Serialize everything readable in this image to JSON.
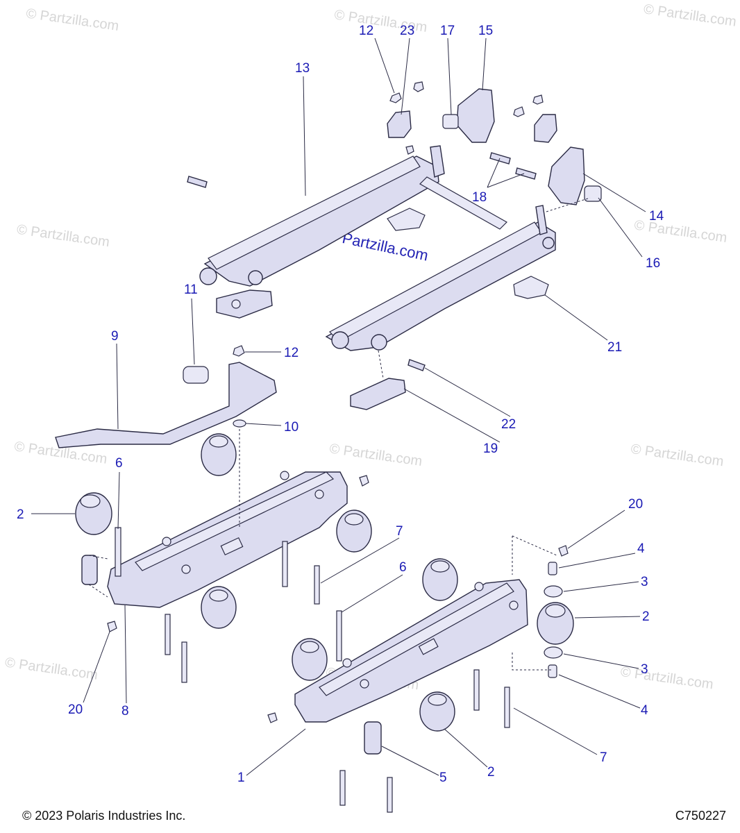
{
  "footer": {
    "copyright": "© 2023 Polaris Industries Inc.",
    "drawing_id": "C750227"
  },
  "watermark": {
    "text": "© Partzilla.com"
  },
  "callouts": {
    "c1": "1",
    "c2a": "2",
    "c2b": "2",
    "c2c": "2",
    "c3a": "3",
    "c3b": "3",
    "c4a": "4",
    "c4b": "4",
    "c5": "5",
    "c6a": "6",
    "c6b": "6",
    "c7a": "7",
    "c7b": "7",
    "c8": "8",
    "c9": "9",
    "c10": "10",
    "c11": "11",
    "c12a": "12",
    "c12b": "12",
    "c13": "13",
    "c14": "14",
    "c15": "15",
    "c16": "16",
    "c17": "17",
    "c18": "18",
    "c19": "19",
    "c20a": "20",
    "c20b": "20",
    "c21": "21",
    "c22": "22",
    "c23": "23"
  },
  "colors": {
    "callout": "#1a1ab4",
    "part_fill": "#dcdcf0",
    "outline": "#2a2a44"
  }
}
